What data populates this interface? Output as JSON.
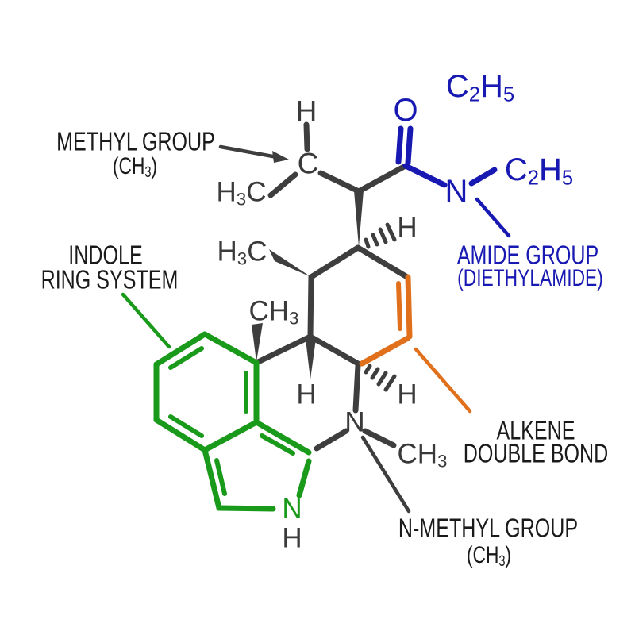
{
  "colors": {
    "bg": "#ffffff",
    "bond": "#3e3e3e",
    "text": "#3a3a3a",
    "label": "#1a1a1a",
    "green": "#1a9a1a",
    "orange": "#e0701c",
    "blue": "#1818b2"
  },
  "molecule": {
    "atoms": {
      "h_methine_top": "H",
      "c_methine": "C",
      "h3c_side_methyl": "H{3}C",
      "o_carbonyl": "O",
      "c2h5_upper": "C{2}H{5}",
      "n_amide": "N",
      "c2h5_lower": "C{2}H{5}",
      "h_c8": "H",
      "h3c_ring_methyl": "H{3}C",
      "ch3_ring_methyl": "CH{3}",
      "h_ring_center": "H",
      "h_c5": "H",
      "n_ring": "N",
      "ch3_n_methyl": "CH{3}",
      "n_indole": "N",
      "h_indole": "H"
    }
  },
  "annotations": {
    "methyl_group": {
      "title": "METHYL GROUP",
      "formula": "(CH{3})"
    },
    "indole_ring": {
      "line1": "INDOLE",
      "line2": "RING SYSTEM"
    },
    "amide_group": {
      "title": "AMIDE GROUP",
      "subtitle": "(DIETHYLAMIDE)"
    },
    "alkene": {
      "line1": "ALKENE",
      "line2": "DOUBLE BOND"
    },
    "n_methyl_group": {
      "title": "N-METHYL GROUP",
      "formula": "(CH{3})"
    }
  }
}
